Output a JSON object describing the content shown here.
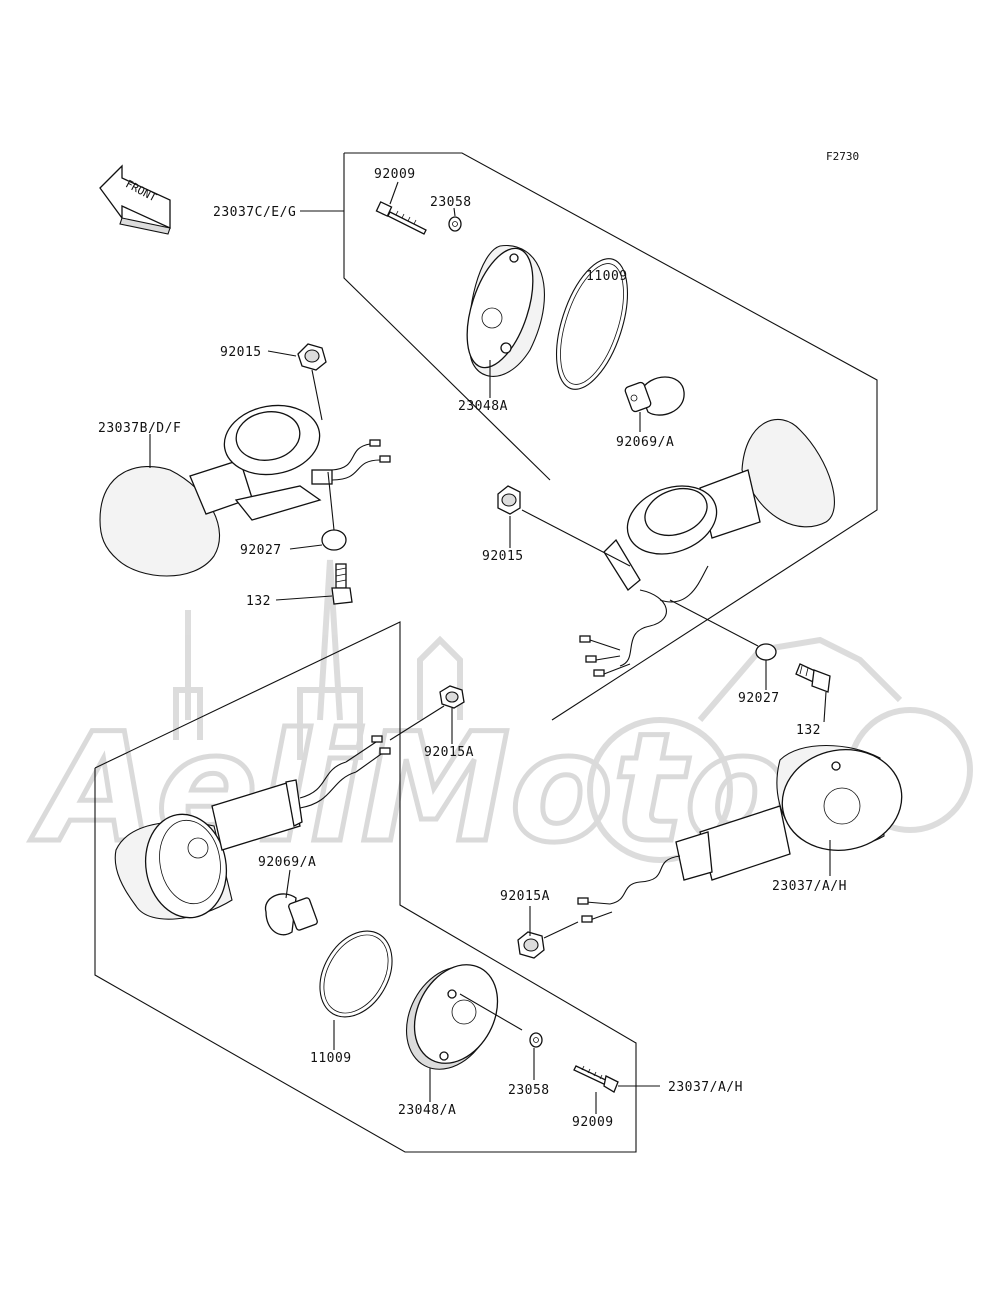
{
  "figure_code": "F2730",
  "front_arrow_label": "FRONT",
  "watermark_text": "AeliMoto",
  "labels": {
    "l_23037ceg": "23037C/E/G",
    "l_92009_top": "92009",
    "l_23058_top": "23058",
    "l_11009_top": "11009",
    "l_23048a_top": "23048A",
    "l_92069a_top": "92069/A",
    "l_92015_top_left": "92015",
    "l_23037bdf": "23037B/D/F",
    "l_92027_left": "92027",
    "l_132_left": "132",
    "l_92015_mid": "92015",
    "l_92027_right": "92027",
    "l_132_right": "132",
    "l_92015a_mid": "92015A",
    "l_23037ah_right": "23037/A/H",
    "l_92015a_lower": "92015A",
    "l_92069a_lower": "92069/A",
    "l_11009_lower": "11009",
    "l_23048a_lower": "23048/A",
    "l_23058_lower": "23058",
    "l_92009_lower": "92009",
    "l_23037ah_bottom": "23037/A/H"
  }
}
